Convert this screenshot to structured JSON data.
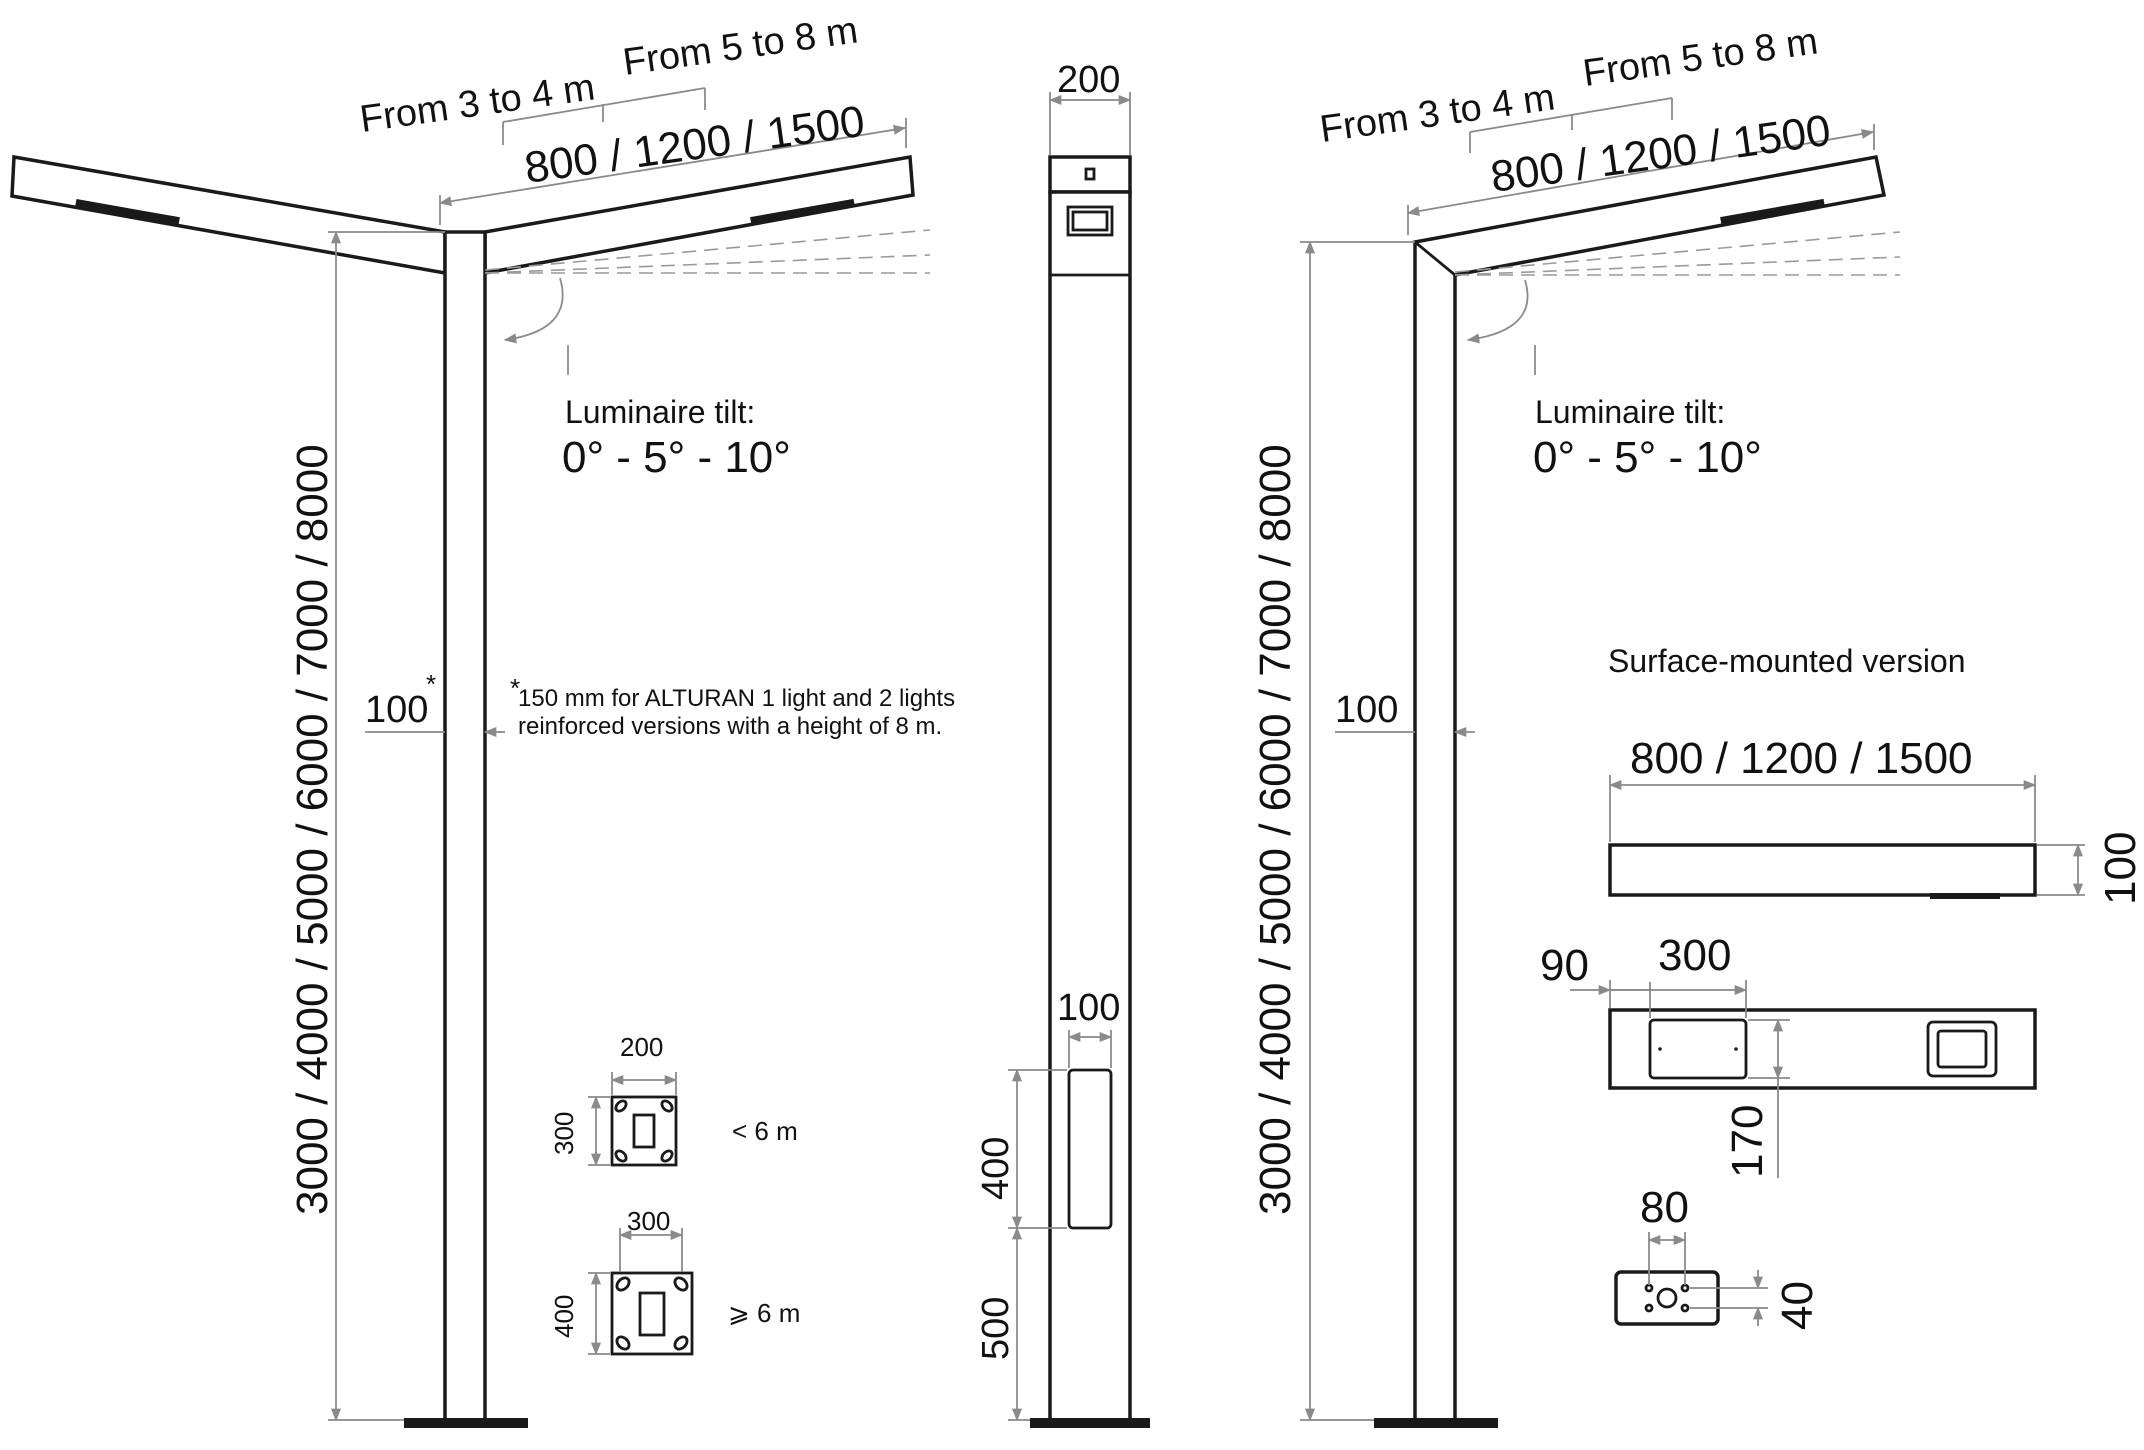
{
  "double": {
    "range_short": "From 3 to 4 m",
    "range_long": "From 5 to 8 m",
    "arm_length": "800 / 1200 / 1500",
    "height": "3000 / 4000 / 5000 / 6000 / 7000 / 8000",
    "section": "100",
    "section_mark": "*",
    "tilt_label": "Luminaire tilt:",
    "tilt_values": "0° - 5° - 10°",
    "note_mark": "*",
    "note_line1": "150 mm for ALTURAN 1 light and 2 lights",
    "note_line2": "reinforced versions with a height of 8 m.",
    "base_small": {
      "width": "200",
      "depth": "300",
      "condition": "< 6 m"
    },
    "base_large": {
      "width": "300",
      "depth": "400",
      "condition": "⩾ 6 m"
    }
  },
  "side": {
    "width": "200",
    "door_width": "100",
    "door_height": "400",
    "door_offset": "500"
  },
  "single": {
    "range_short": "From 3 to 4 m",
    "range_long": "From 5 to 8 m",
    "arm_length": "800 / 1200 / 1500",
    "height": "3000 / 4000 / 5000 / 6000 / 7000 / 8000",
    "section": "100",
    "tilt_label": "Luminaire tilt:",
    "tilt_values": "0° - 5° - 10°"
  },
  "surface": {
    "title": "Surface-mounted version",
    "length": "800 / 1200 / 1500",
    "height": "100",
    "offset": "90",
    "cutout_width": "300",
    "cutout_depth": "170",
    "bracket_width": "80",
    "bracket_height": "40"
  }
}
